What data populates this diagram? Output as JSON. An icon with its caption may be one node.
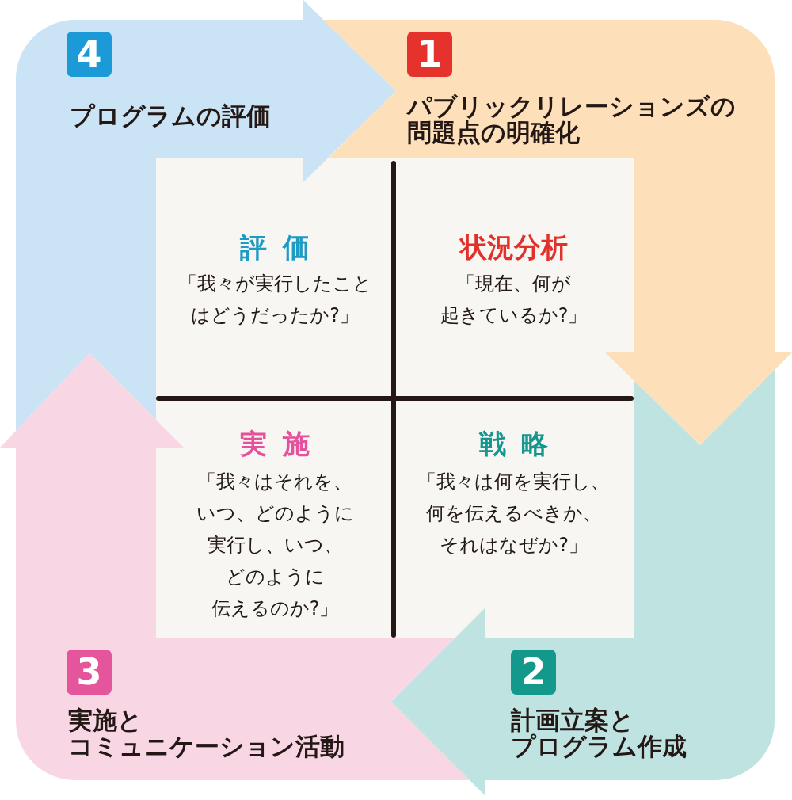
{
  "diagram": {
    "nodes": [
      {
        "text": [
          "プログラムの評価"
        ]
      },
      {
        "text": [
          "4"
        ],
        "in": 0
      },
      {
        "text": [
          "パブリックリレーションズの問題点の明確化"
        ]
      },
      {
        "text": [
          "1"
        ],
        "in": 2
      },
      {
        "text": [
          "評 価",
          "「我々が実行したことはどうだったか?」"
        ]
      },
      {
        "text": [
          "状況分析",
          "「現在、何が起きているか?」"
        ]
      },
      {
        "text": [
          "実 施",
          "「我々はそれを、いつ、どのように実行し、いつ、どのように伝えるのか?」"
        ]
      },
      {
        "text": [
          "戦 略",
          "「我々は何を実行し、何を伝えるべきか、それはなぜか?」"
        ]
      },
      {
        "text": [
          "実施とコミュニケーション活動"
        ]
      },
      {
        "text": [
          "3"
        ],
        "in": 8
      },
      {
        "text": [
          "計画立案とプログラム作成"
        ]
      },
      {
        "text": [
          "2"
        ],
        "in": 10
      }
    ]
  }
}
